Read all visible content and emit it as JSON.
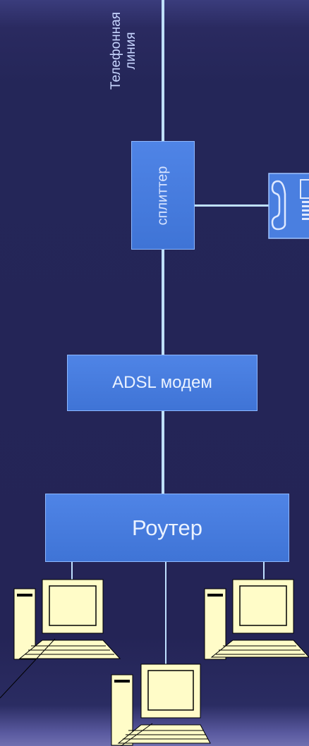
{
  "diagram": {
    "phone_line_label": "Телефонная\nлиния",
    "splitter_label": "сплиттер",
    "modem_label": "ADSL модем",
    "router_label": "Роутер",
    "icons": [
      "telephone-icon",
      "computer-icon",
      "computer-icon",
      "computer-icon"
    ],
    "colors": {
      "background": "#24265a",
      "box": "#4a7fe0",
      "line": "#bfe0ff",
      "pc": "#fffcc8"
    }
  }
}
